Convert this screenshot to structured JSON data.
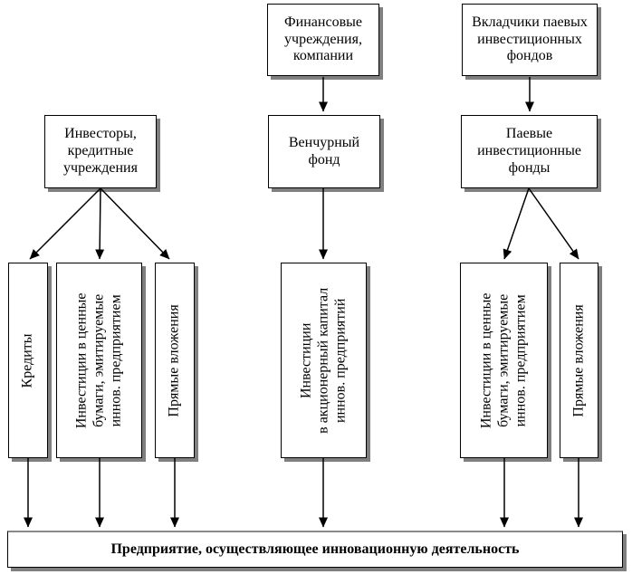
{
  "diagram": {
    "kind": "flowchart",
    "colors": {
      "background": "#ffffff",
      "box_fill": "#ffffff",
      "box_border": "#000000",
      "box_shadow": "#808080",
      "arrow": "#000000",
      "text": "#000000"
    },
    "nodes": {
      "financial_institutions": {
        "label": "Финансовые\nучреждения,\nкомпании"
      },
      "unit_fund_depositors": {
        "label": "Вкладчики паевых\nинвестиционных\nфондов"
      },
      "investors_credit": {
        "label": "Инвесторы,\nкредитные\nучреждения"
      },
      "venture_fund": {
        "label": "Венчурный\nфонд"
      },
      "unit_investment_funds": {
        "label": "Паевые\nинвестиционные\nфонды"
      },
      "credits": {
        "label": "Кредиты"
      },
      "securities_left": {
        "label": "Инвестиции в ценные\nбумаги, эмитируемые\nиннов. предприятием"
      },
      "direct_investments_left": {
        "label": "Прямые вложения"
      },
      "equity_capital": {
        "label": "Инвестиции\nв акционерный капитал\nиннов. предприятий"
      },
      "securities_right": {
        "label": "Инвестиции в ценные\nбумаги, эмитируемые\nиннов. предприятием"
      },
      "direct_investments_right": {
        "label": "Прямые вложения"
      },
      "enterprise": {
        "label": "Предприятие, осуществляющее инновационную деятельность"
      }
    },
    "edges": [
      "financial_institutions -> venture_fund",
      "unit_fund_depositors -> unit_investment_funds",
      "investors_credit -> credits",
      "investors_credit -> securities_left",
      "investors_credit -> direct_investments_left",
      "venture_fund -> equity_capital",
      "unit_investment_funds -> securities_right",
      "unit_investment_funds -> direct_investments_right",
      "credits -> enterprise",
      "securities_left -> enterprise",
      "direct_investments_left -> enterprise",
      "equity_capital -> enterprise",
      "securities_right -> enterprise",
      "direct_investments_right -> enterprise"
    ]
  }
}
